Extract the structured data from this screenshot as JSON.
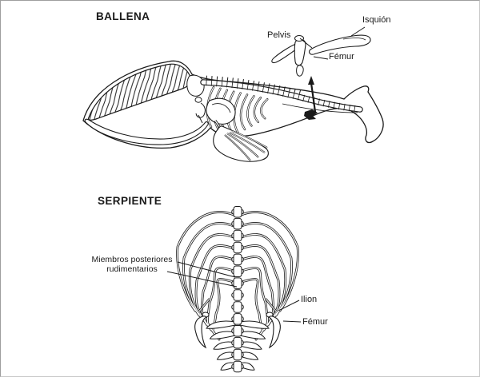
{
  "colors": {
    "ink": "#1a1a1a",
    "background": "#ffffff",
    "frame_top_left": "#9e9e9e",
    "frame_bottom_right": "#c9c9c9"
  },
  "whale": {
    "title": "BALLENA",
    "labels": {
      "pelvis": "Pelvis",
      "ischium": "Isquión",
      "femur": "Fémur"
    }
  },
  "snake": {
    "title": "SERPIENTE",
    "labels": {
      "vestigial_limbs_line1": "Miembros posteriores",
      "vestigial_limbs_line2": "rudimentarios",
      "ilium": "Ilion",
      "femur": "Fémur"
    }
  }
}
